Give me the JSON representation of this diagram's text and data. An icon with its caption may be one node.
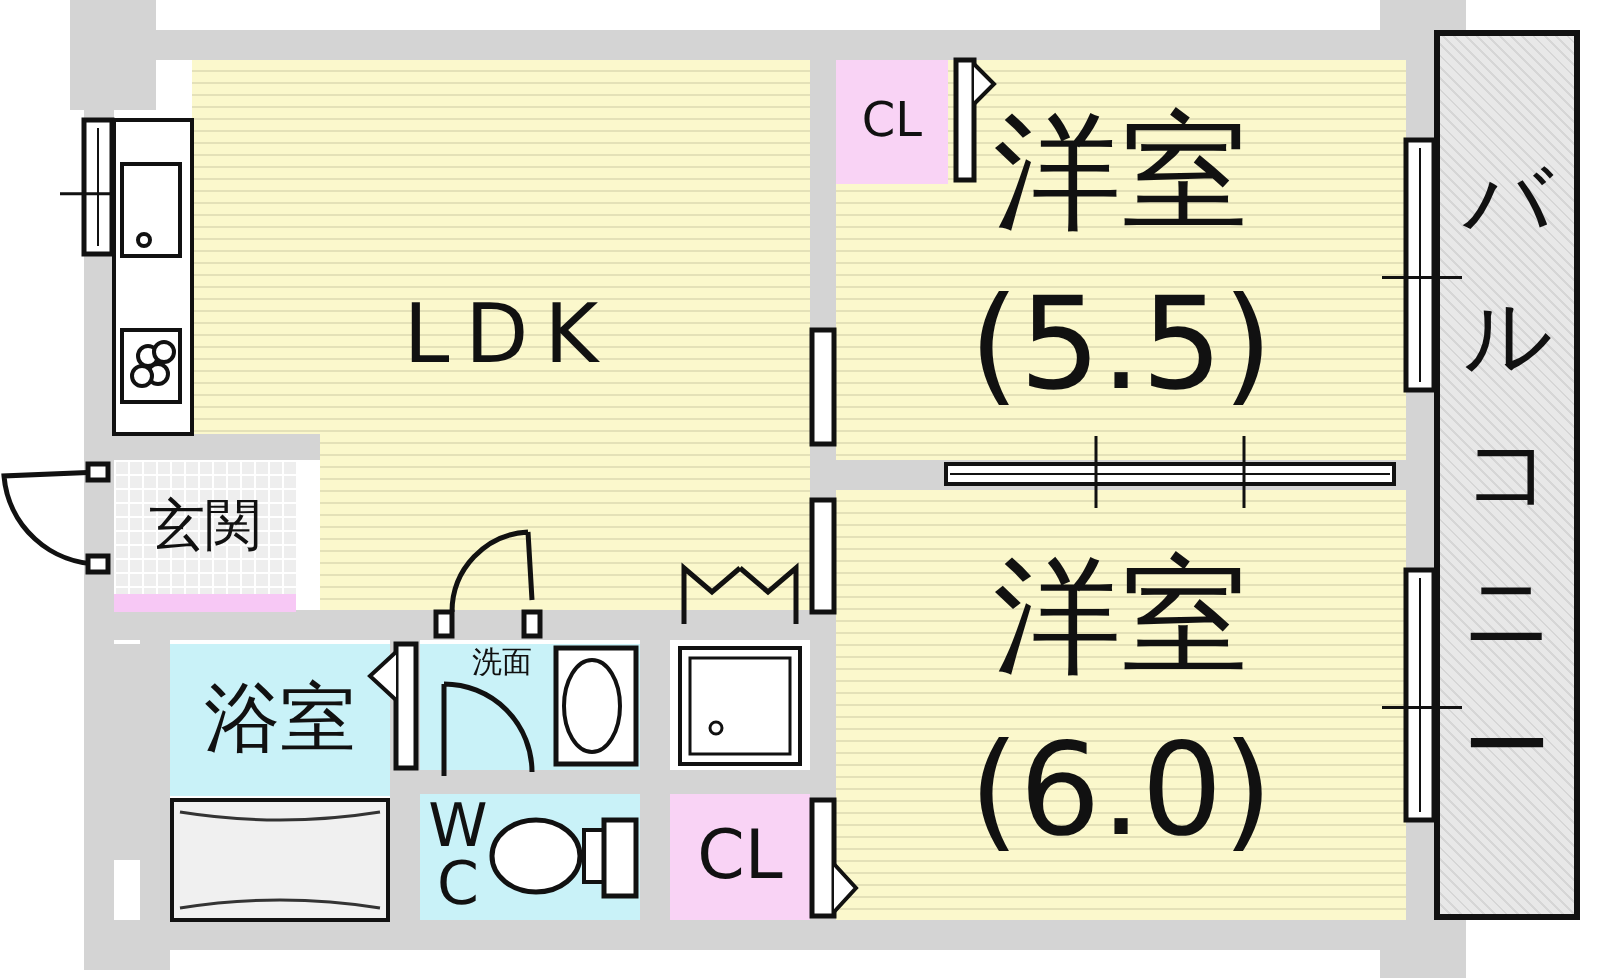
{
  "diagram": {
    "nodes": [
      {
        "text": [
          "LDK"
        ]
      },
      {
        "text": [
          "CL"
        ]
      },
      {
        "text": [
          "洋室",
          "(5.5)"
        ]
      },
      {
        "text": [
          "バルコニー"
        ]
      },
      {
        "text": [
          "玄関"
        ]
      },
      {
        "text": [
          "浴室"
        ]
      },
      {
        "text": [
          "洗面"
        ]
      },
      {
        "text": [
          "WC"
        ]
      },
      {
        "text": [
          "CL"
        ]
      },
      {
        "text": [
          "洋室",
          "(6.0)"
        ]
      }
    ]
  }
}
